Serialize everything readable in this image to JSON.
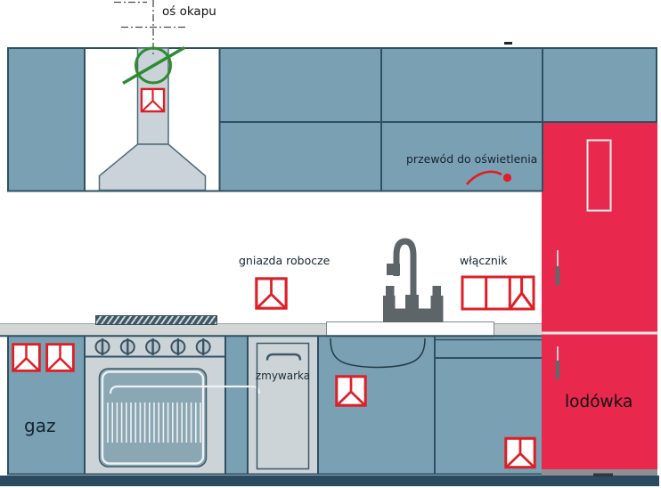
{
  "title": "kitchen electrical installation diagram",
  "labels": {
    "hood_axis": "oś okapu",
    "lighting_cable": "przewód do oświetlenia",
    "work_sockets": "gniazda robocze",
    "switch": "włącznik",
    "dishwasher": "zmywarka",
    "gas": "gaz",
    "fridge": "lodówka"
  },
  "colors": {
    "cabinet_blue": "#7aa0b4",
    "outline_dark": "#2f5063",
    "appliance_light_gray": "#ccd4d8",
    "counter_gray": "#d3d6d4",
    "fridge_red": "#e8284c",
    "socket_symbol_red": "#dd2027",
    "annotation_green": "#2e8b2f",
    "lighting_wire_red": "#e21d24",
    "floor_dark": "#2b4a60",
    "faucet_gray": "#5d6569",
    "text_dark": "#15242e"
  },
  "icons": [
    {
      "name": "socket-icon",
      "meaning": "electrical socket symbol (square with fork)",
      "count": 6
    },
    {
      "name": "switch-socket-icon",
      "meaning": "switch block: triple box with socket fork"
    },
    {
      "name": "crossed-circle-icon",
      "meaning": "green crossed-out circle on hood duct"
    },
    {
      "name": "lighting-cable-icon",
      "meaning": "red curved wire ending in a dot"
    },
    {
      "name": "axis-line-icon",
      "meaning": "dash-dot centre axis lines of the hood"
    },
    {
      "name": "stove-knob-icon",
      "meaning": "stove control knob (circle with bar)",
      "count": 5
    },
    {
      "name": "faucet-icon",
      "meaning": "kitchen sink mixer tap"
    }
  ]
}
